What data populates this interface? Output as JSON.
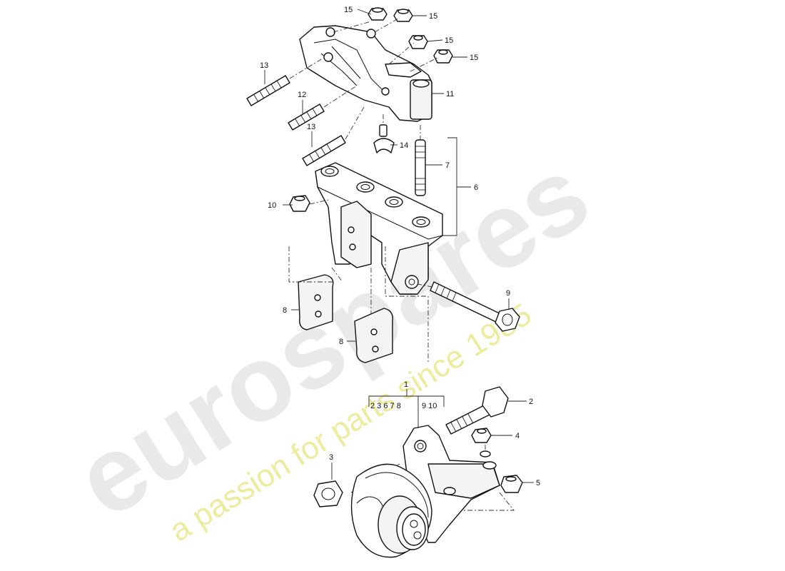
{
  "watermark": {
    "brand": "eurospares",
    "tagline": "a passion for parts since 1985",
    "brand_color": "#e6e6e6",
    "tagline_color": "#eaea96"
  },
  "callouts": {
    "c1": "1",
    "c2": "2",
    "c3": "3",
    "c4": "4",
    "c5": "5",
    "c6": "6",
    "c7": "7",
    "c8a": "8",
    "c8b": "8",
    "c9": "9",
    "c10": "10",
    "c11": "11",
    "c12": "12",
    "c13a": "13",
    "c13b": "13",
    "c14": "14",
    "c15a": "15",
    "c15b": "15",
    "c15c": "15",
    "c15d": "15"
  },
  "assembly_legend": {
    "group_a": "2 3 6 7 8",
    "group_b": "9 10"
  }
}
